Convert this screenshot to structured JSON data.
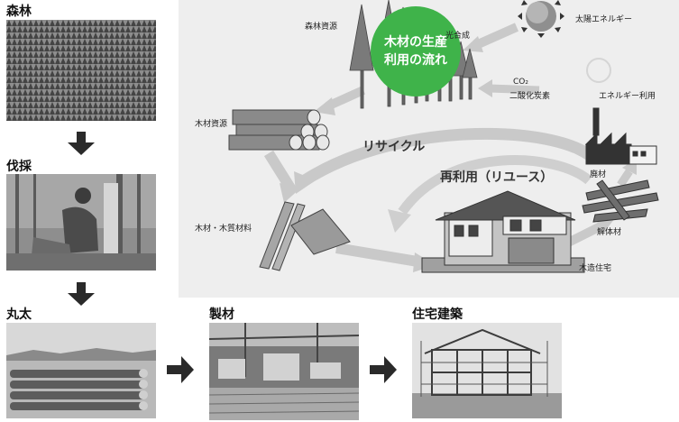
{
  "steps": {
    "forest": "森林",
    "harvest": "伐採",
    "log": "丸太",
    "lumber": "製材",
    "construction": "住宅建築"
  },
  "diagram": {
    "title_line1": "木材の生産",
    "title_line2": "利用の流れ",
    "forest_resource": "森林資源",
    "photosynthesis": "光合成",
    "solar_energy": "太陽エネルギー",
    "co2": "CO₂",
    "co2_fixation": "二酸化炭素",
    "energy_use": "エネルギー利用",
    "wood_resource": "木材資源",
    "recycle": "リサイクル",
    "reuse": "再利用（リユース）",
    "waste_wood": "廃材",
    "wood_materials": "木材・木質材料",
    "demolition_wood": "解体材",
    "wooden_house": "木造住宅"
  },
  "colors": {
    "badge": "#3fb34a",
    "diagram_bg": "#eeeeee",
    "arrow_gray": "#c9c9c9",
    "dark_arrow": "#2a2a2a"
  }
}
